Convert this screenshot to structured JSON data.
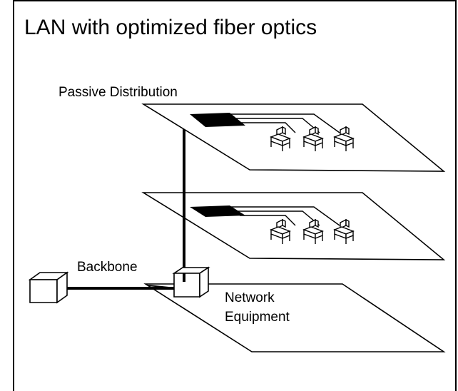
{
  "title": "LAN with optimized fiber optics",
  "labels": {
    "passive_distribution": "Passive Distribution",
    "backbone": "Backbone",
    "network_equipment_line1": "Network",
    "network_equipment_line2": "Equipment"
  },
  "colors": {
    "stroke": "#000000",
    "background": "#ffffff"
  },
  "icons": [
    "workstation-icon",
    "switch-box-icon",
    "patch-panel-icon"
  ]
}
